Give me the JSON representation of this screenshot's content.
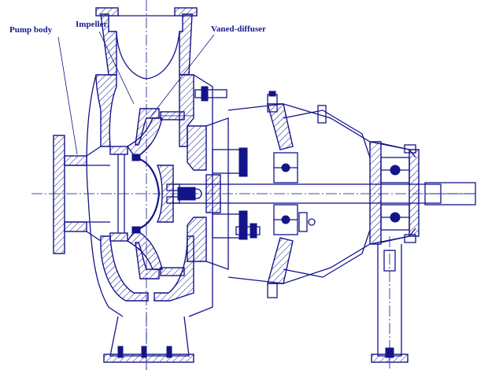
{
  "labels": {
    "pump_body": "Pump body",
    "impeller": "Impeller",
    "vaned_diffuser": "Vaned-diffuser"
  },
  "colors": {
    "ink": "#14148a",
    "background": "#ffffff"
  }
}
